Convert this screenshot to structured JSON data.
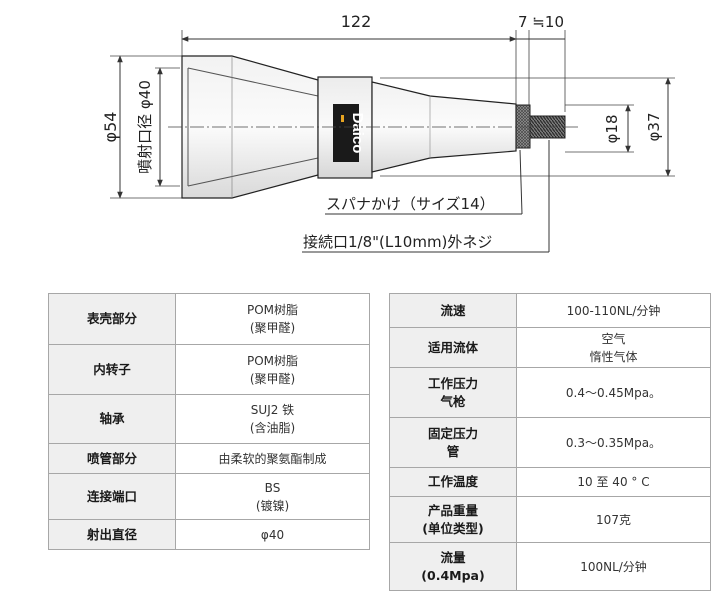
{
  "drawing": {
    "dim_length": "122",
    "dim_connector": "7 ≒10",
    "dim_outer_diameter": "φ54",
    "dim_outlet_label": "噴射口径 φ40",
    "dim_body_diameter": "φ37",
    "dim_hex_diameter": "φ18",
    "brand_logo_text": "Daico",
    "callout_spanner": "スパナかけ（サイズ14）",
    "callout_thread": "接続口1/8\"(L10mm)外ネジ"
  },
  "left_table": {
    "rows": [
      {
        "key": "表壳部分",
        "value_lines": [
          "POM树脂",
          "(聚甲醛)"
        ]
      },
      {
        "key": "内转子",
        "value_lines": [
          "POM树脂",
          "(聚甲醛)"
        ]
      },
      {
        "key": "轴承",
        "value_lines": [
          "SUJ2 铁",
          "(含油脂)"
        ]
      },
      {
        "key": "喷管部分",
        "value_lines": [
          "由柔软的聚氨酯制成"
        ]
      },
      {
        "key": "连接端口",
        "value_lines": [
          "BS",
          "(镀镍)"
        ]
      },
      {
        "key": "射出直径",
        "value_lines": [
          "φ40"
        ]
      }
    ]
  },
  "right_table": {
    "rows": [
      {
        "key_lines": [
          "流速"
        ],
        "value_lines": [
          "100-110NL/分钟"
        ]
      },
      {
        "key_lines": [
          "适用流体"
        ],
        "value_lines": [
          "空气",
          "惰性气体"
        ]
      },
      {
        "key_lines": [
          "工作压力",
          "气枪"
        ],
        "value_lines": [
          "0.4～0.45Mpa。"
        ]
      },
      {
        "key_lines": [
          "固定压力",
          "管"
        ],
        "value_lines": [
          "0.3～0.35Mpa。"
        ]
      },
      {
        "key_lines": [
          "工作温度"
        ],
        "value_lines": [
          "10 至 40 ° C"
        ]
      },
      {
        "key_lines": [
          "产品重量",
          "(单位类型)"
        ],
        "value_lines": [
          "107克"
        ]
      },
      {
        "key_lines": [
          "流量",
          "(0.4Mpa)"
        ],
        "value_lines": [
          "100NL/分钟"
        ]
      }
    ]
  }
}
